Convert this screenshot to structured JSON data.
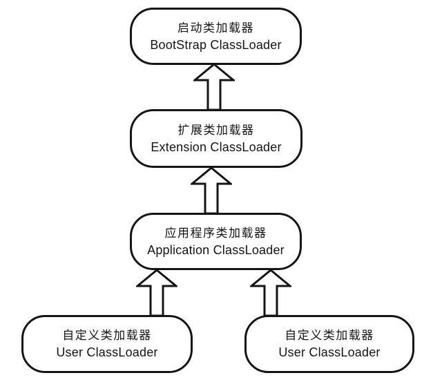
{
  "diagram": {
    "colors": {
      "stroke": "#141414",
      "node_fill": "#ffffff",
      "text": "#141414",
      "background": "#ffffff"
    },
    "nodes": [
      {
        "id": "bootstrap",
        "label_zh": "启动类加载器",
        "label_en": "BootStrap ClassLoader"
      },
      {
        "id": "extension",
        "label_zh": "扩展类加载器",
        "label_en": "Extension ClassLoader"
      },
      {
        "id": "application",
        "label_zh": "应用程序类加载器",
        "label_en": "Application ClassLoader"
      },
      {
        "id": "user_left",
        "label_zh": "自定义类加载器",
        "label_en": "User ClassLoader"
      },
      {
        "id": "user_right",
        "label_zh": "自定义类加载器",
        "label_en": "User ClassLoader"
      }
    ],
    "edges": [
      {
        "from": "extension",
        "to": "bootstrap",
        "style": "hollow-block-arrow-up"
      },
      {
        "from": "application",
        "to": "extension",
        "style": "hollow-block-arrow-up"
      },
      {
        "from": "user_left",
        "to": "application",
        "style": "hollow-block-arrow-up"
      },
      {
        "from": "user_right",
        "to": "application",
        "style": "hollow-block-arrow-up"
      }
    ]
  }
}
